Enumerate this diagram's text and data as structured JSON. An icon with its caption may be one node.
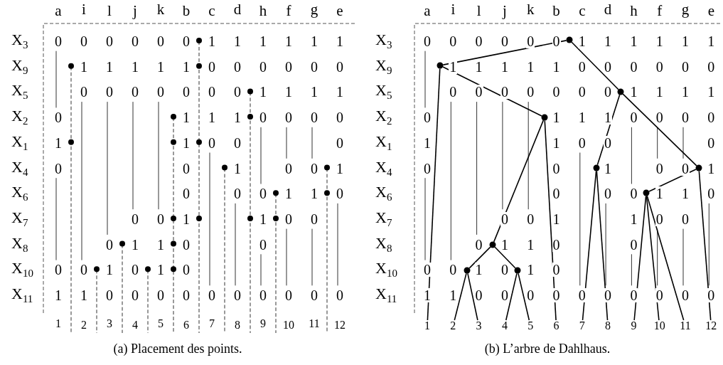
{
  "diagram": {
    "nodes": [
      {
        "text": [],
        "shape": "circle"
      },
      {
        "text": [],
        "shape": "circle"
      },
      {
        "text": [],
        "shape": "circle"
      },
      {
        "text": [],
        "shape": "circle"
      },
      {
        "text": [],
        "shape": "circle"
      },
      {
        "text": [],
        "shape": "circle"
      },
      {
        "text": [],
        "shape": "circle"
      },
      {
        "text": [],
        "shape": "circle"
      },
      {
        "text": [],
        "shape": "circle"
      },
      {
        "text": [],
        "shape": "circle"
      },
      {
        "text": [
          "1"
        ]
      },
      {
        "text": [
          "2"
        ]
      },
      {
        "text": [
          "3"
        ]
      },
      {
        "text": [
          "4"
        ]
      },
      {
        "text": [
          "5"
        ]
      },
      {
        "text": [
          "6"
        ]
      },
      {
        "text": [
          "7"
        ]
      },
      {
        "text": [
          "8"
        ]
      },
      {
        "text": [
          "9"
        ]
      },
      {
        "text": [
          "10"
        ]
      },
      {
        "text": [
          "11"
        ]
      },
      {
        "text": [
          "12"
        ]
      }
    ],
    "edges": [
      {
        "from": 0,
        "to": 1,
        "arrow": "none"
      },
      {
        "from": 0,
        "to": 2,
        "arrow": "none"
      },
      {
        "from": 1,
        "to": 10,
        "arrow": "none"
      },
      {
        "from": 1,
        "to": 3,
        "arrow": "none"
      },
      {
        "from": 3,
        "to": 7,
        "arrow": "none"
      },
      {
        "from": 3,
        "to": 15,
        "arrow": "none"
      },
      {
        "from": 7,
        "to": 8,
        "arrow": "none"
      },
      {
        "from": 7,
        "to": 9,
        "arrow": "none"
      },
      {
        "from": 8,
        "to": 11,
        "arrow": "none"
      },
      {
        "from": 8,
        "to": 12,
        "arrow": "none"
      },
      {
        "from": 9,
        "to": 13,
        "arrow": "none"
      },
      {
        "from": 9,
        "to": 14,
        "arrow": "none"
      },
      {
        "from": 2,
        "to": 4,
        "arrow": "none"
      },
      {
        "from": 2,
        "to": 5,
        "arrow": "none"
      },
      {
        "from": 4,
        "to": 16,
        "arrow": "none"
      },
      {
        "from": 4,
        "to": 17,
        "arrow": "none"
      },
      {
        "from": 5,
        "to": 6,
        "arrow": "none"
      },
      {
        "from": 5,
        "to": 21,
        "arrow": "none"
      },
      {
        "from": 6,
        "to": 18,
        "arrow": "none"
      },
      {
        "from": 6,
        "to": 19,
        "arrow": "none"
      },
      {
        "from": 6,
        "to": 20,
        "arrow": "none"
      }
    ],
    "labels": [
      "a",
      "i",
      "l",
      "j",
      "k",
      "b",
      "c",
      "d",
      "h",
      "f",
      "g",
      "e",
      "X$_{3}$",
      "0",
      "0",
      "0",
      "0",
      "0",
      "0",
      "1",
      "1",
      "1",
      "1",
      "1",
      "1",
      "X$_{9}$",
      "1",
      "1",
      "1",
      "1",
      "1",
      "0",
      "0",
      "0",
      "0",
      "0",
      "0",
      "X$_{5}$",
      "0",
      "0",
      "0",
      "0",
      "0",
      "0",
      "0",
      "1",
      "1",
      "1",
      "1",
      "X$_{2}$",
      "0",
      "1",
      "1",
      "1",
      "0",
      "0",
      "0",
      "0",
      "X$_{1}$",
      "1",
      "1",
      "0",
      "0",
      "0",
      "X$_{4}$",
      "0",
      "0",
      "1",
      "0",
      "0",
      "1",
      "X$_{6}$",
      "0",
      "0",
      "0",
      "1",
      "1",
      "0",
      "X$_{7}$",
      "0",
      "0",
      "1",
      "1",
      "0",
      "0",
      "X$_{8}$",
      "0",
      "1",
      "1",
      "0",
      "0",
      "X$_{10}$",
      "0",
      "0",
      "1",
      "0",
      "1",
      "0",
      "X$_{11}$",
      "1",
      "1",
      "0",
      "0",
      "0",
      "0",
      "0",
      "0",
      "0",
      "0",
      "0",
      "0",
      "1",
      "2",
      "3",
      "4",
      "5",
      "6",
      "7",
      "8",
      "9",
      "10",
      "11",
      "12",
      "(a) Placement des points.",
      "a",
      "i",
      "l",
      "j",
      "k",
      "b",
      "c",
      "d",
      "h",
      "f",
      "g",
      "e",
      "X$_{3}$",
      "0",
      "0",
      "0",
      "0",
      "0",
      "0",
      "1",
      "1",
      "1",
      "1",
      "1",
      "1",
      "X$_{9}$",
      "1",
      "1",
      "1",
      "1",
      "1",
      "0",
      "0",
      "0",
      "0",
      "0",
      "0",
      "X$_{5}$",
      "0",
      "0",
      "0",
      "0",
      "0",
      "0",
      "0",
      "1",
      "1",
      "1",
      "1",
      "X$_{2}$",
      "0",
      "1",
      "1",
      "1",
      "0",
      "0",
      "0",
      "0",
      "X$_{1}$",
      "1",
      "1",
      "0",
      "0",
      "0",
      "X$_{4}$",
      "0",
      "0",
      "1",
      "0",
      "0",
      "1",
      "X$_{6}$",
      "0",
      "0",
      "0",
      "1",
      "1",
      "0",
      "X$_{7}$",
      "0",
      "0",
      "1",
      "1",
      "0",
      "0",
      "X$_{8}$",
      "0",
      "1",
      "1",
      "0",
      "0",
      "X$_{10}$",
      "0",
      "0",
      "1",
      "0",
      "1",
      "0",
      "X$_{11}$",
      "1",
      "1",
      "0",
      "0",
      "0",
      "0",
      "0",
      "0",
      "0",
      "0",
      "0",
      "0",
      "(b) L’arbre de Dahlhaus."
    ]
  }
}
